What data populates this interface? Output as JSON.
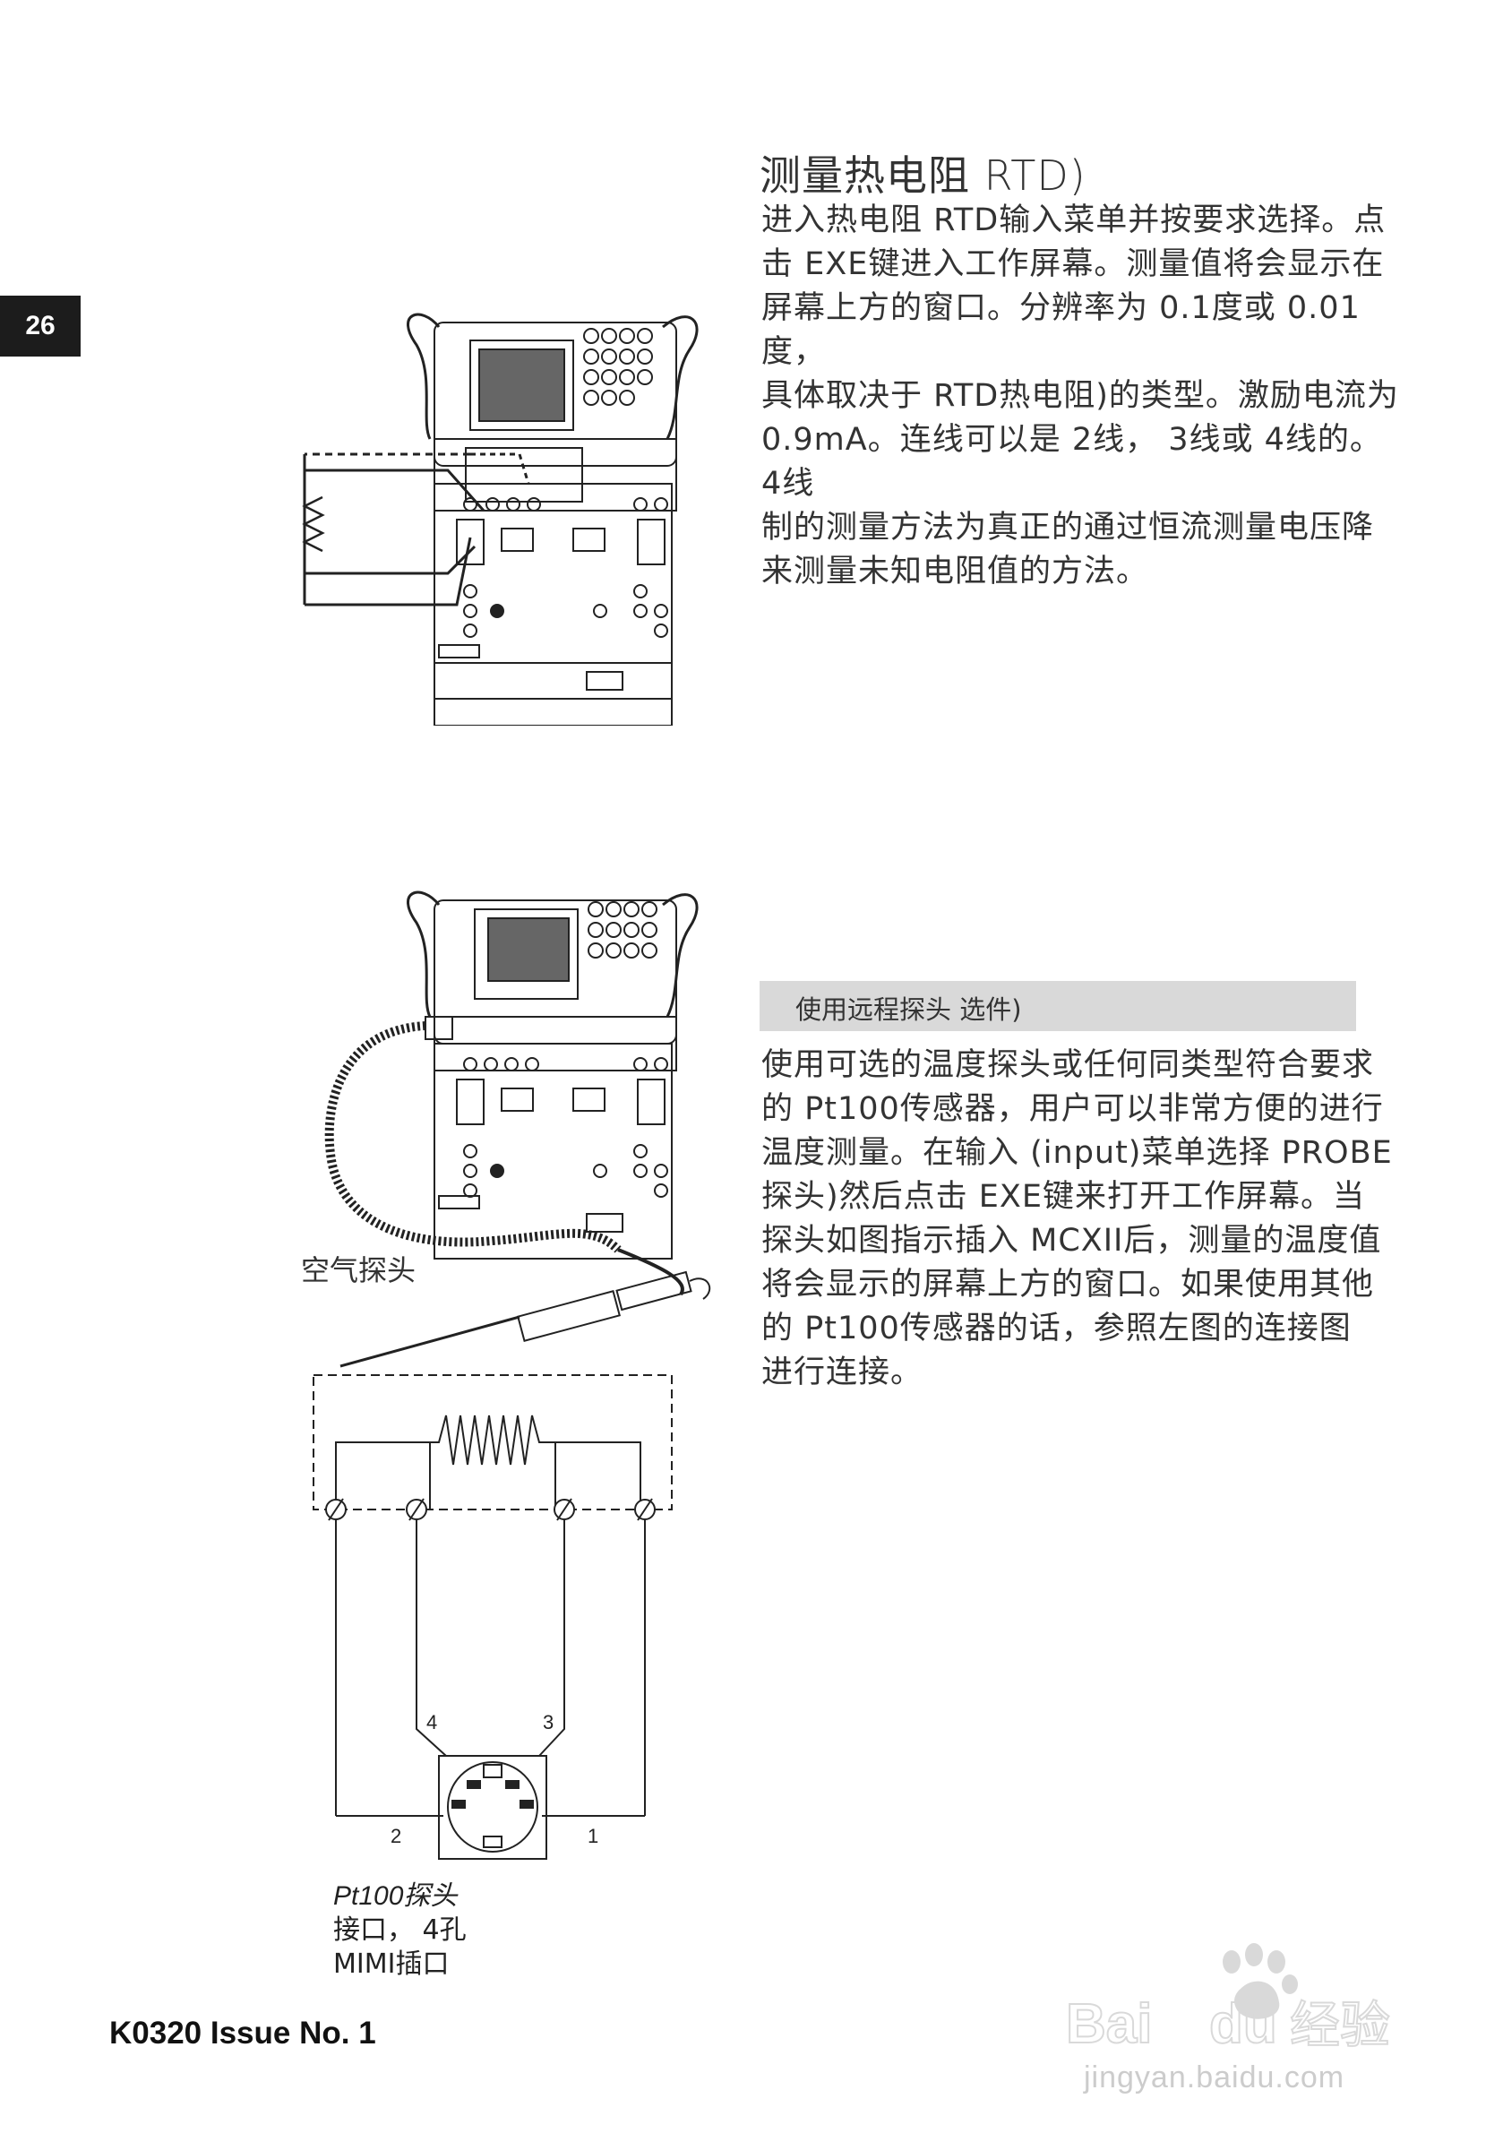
{
  "page_number": "26",
  "section1": {
    "title": "测量热电阻 RTD)",
    "lines": [
      "进入热电阻 RTD输入菜单并按要求选择。点",
      "击 EXE键进入工作屏幕。测量值将会显示在",
      "屏幕上方的窗口。分辨率为 0.1度或 0.01度，",
      "具体取决于 RTD热电阻)的类型。激励电流为",
      " 0.9mA。连线可以是 2线， 3线或 4线的。 4线",
      "制的测量方法为真正的通过恒流测量电压降",
      "来测量未知电阻值的方法。"
    ]
  },
  "section2": {
    "title": "使用远程探头 选件)",
    "lines": [
      "使用可选的温度探头或任何同类型符合要求",
      "的 Pt100传感器，用户可以非常方便的进行",
      "温度测量。在输入 (input)菜单选择 PROBE",
      " 探头)然后点击 EXE键来打开工作屏幕。当",
      "探头如图指示插入 MCXII后，测量的温度值",
      "将会显示的屏幕上方的窗口。如果使用其他",
      "的 Pt100传感器的话，参照左图的连接图",
      "进行连接。"
    ]
  },
  "figure": {
    "air_probe_label": "空气探头",
    "pin_labels": [
      "4",
      "3",
      "2",
      "1"
    ],
    "caption": [
      "Pt100探头",
      "接口， 4孔",
      "MIMI插口"
    ]
  },
  "footer": "K0320 Issue No. 1",
  "watermark": {
    "brand": "Baidu经验",
    "url": "jingyan.baidu.com"
  }
}
